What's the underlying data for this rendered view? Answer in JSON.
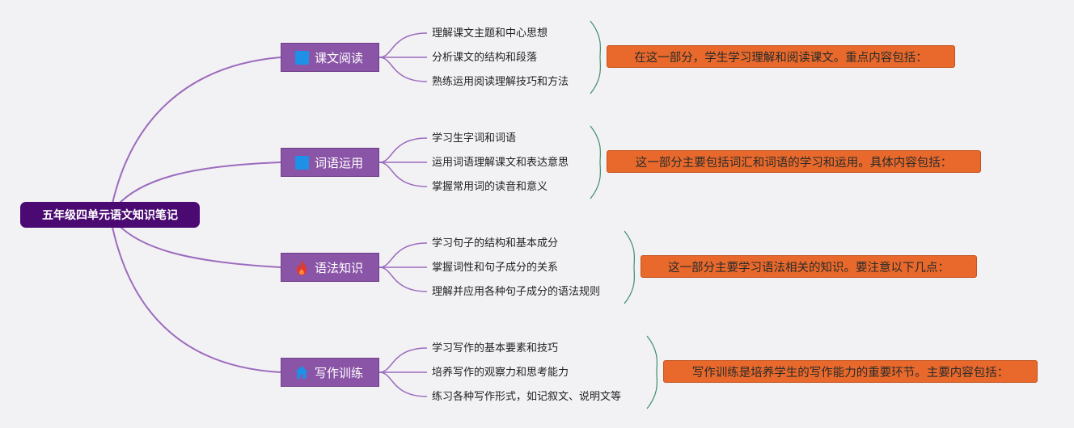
{
  "root": {
    "title": "五年级四单元语文知识笔记"
  },
  "branches": [
    {
      "label": "课文阅读",
      "icon": "blue-square-icon",
      "items": [
        "理解课文主题和中心思想",
        "分析课文的结构和段落",
        "熟练运用阅读理解技巧和方法"
      ],
      "summary": "在这一部分，学生学习理解和阅读课文。重点内容包括："
    },
    {
      "label": "词语运用",
      "icon": "blue-square-icon",
      "items": [
        "学习生字词和词语",
        "运用词语理解课文和表达意思",
        "掌握常用词的读音和意义"
      ],
      "summary": "这一部分主要包括词汇和词语的学习和运用。具体内容包括："
    },
    {
      "label": "语法知识",
      "icon": "fire-icon",
      "items": [
        "学习句子的结构和基本成分",
        "掌握词性和句子成分的关系",
        "理解并应用各种句子成分的语法规则"
      ],
      "summary": "这一部分主要学习语法相关的知识。要注意以下几点："
    },
    {
      "label": "写作训练",
      "icon": "home-icon",
      "items": [
        "学习写作的基本要素和技巧",
        "培养写作的观察力和思考能力",
        "练习各种写作形式，如记叙文、说明文等"
      ],
      "summary": "写作训练是培养学生的写作能力的重要环节。主要内容包括："
    }
  ],
  "colors": {
    "background": "#f2f1f4",
    "root": "#4a0a72",
    "branch": "#8a55a6",
    "connector": "#9b6bbd",
    "bracket": "#3f8f6a",
    "summary": "#e8692b",
    "icon_blue": "#1e90e6",
    "icon_red": "#e03a2c"
  }
}
